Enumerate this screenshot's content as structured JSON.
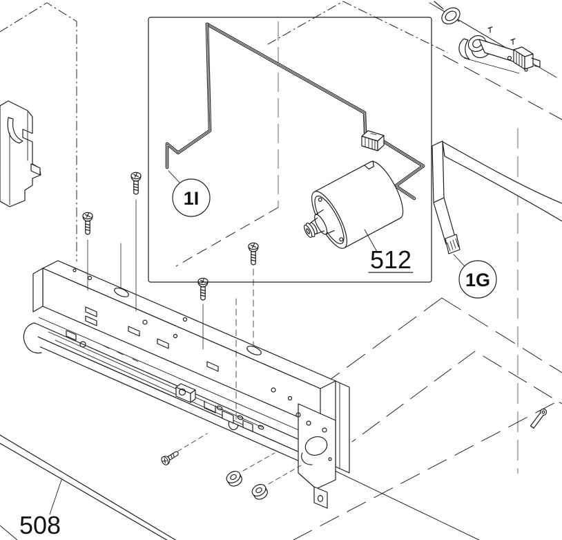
{
  "figure": {
    "kind": "exploded parts diagram",
    "callouts": {
      "harness": "1I",
      "motor": "512",
      "cable": "1G",
      "frame": "508"
    },
    "colors": {
      "highlight": "#ee2713",
      "ink": "#1d1d1f",
      "phantom": "#b5b5b5",
      "link_underline": "#3340c8"
    }
  }
}
